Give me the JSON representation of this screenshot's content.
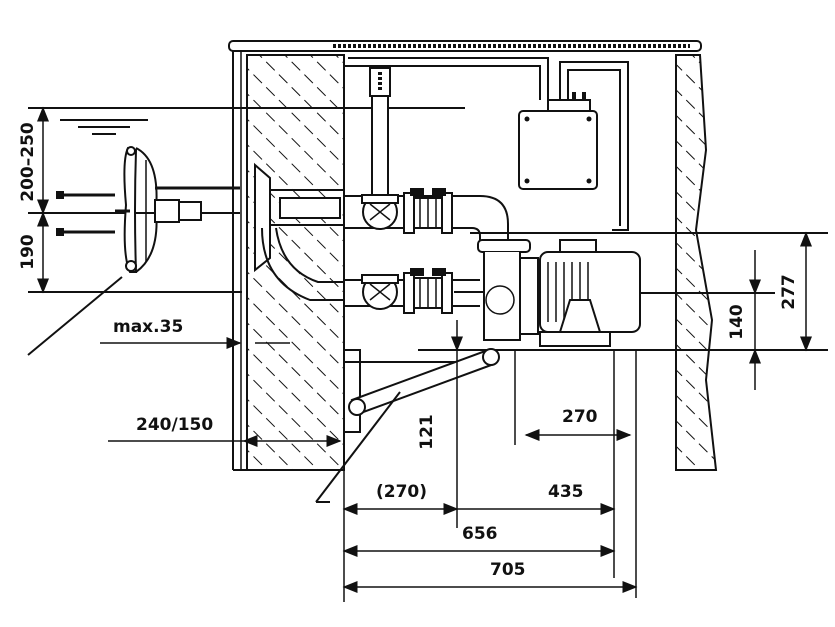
{
  "diagram": {
    "dimensions": {
      "water_depth": "200–250",
      "inlet_height": "190",
      "wall_thickness_max": "max.35",
      "wall_width": "240/150",
      "pump_offset": "270",
      "center_height": "121",
      "motor_axis": "140",
      "total_height": "277",
      "left_span": "(270)",
      "right_span": "435",
      "mid_span": "656",
      "overall_span": "705"
    }
  }
}
